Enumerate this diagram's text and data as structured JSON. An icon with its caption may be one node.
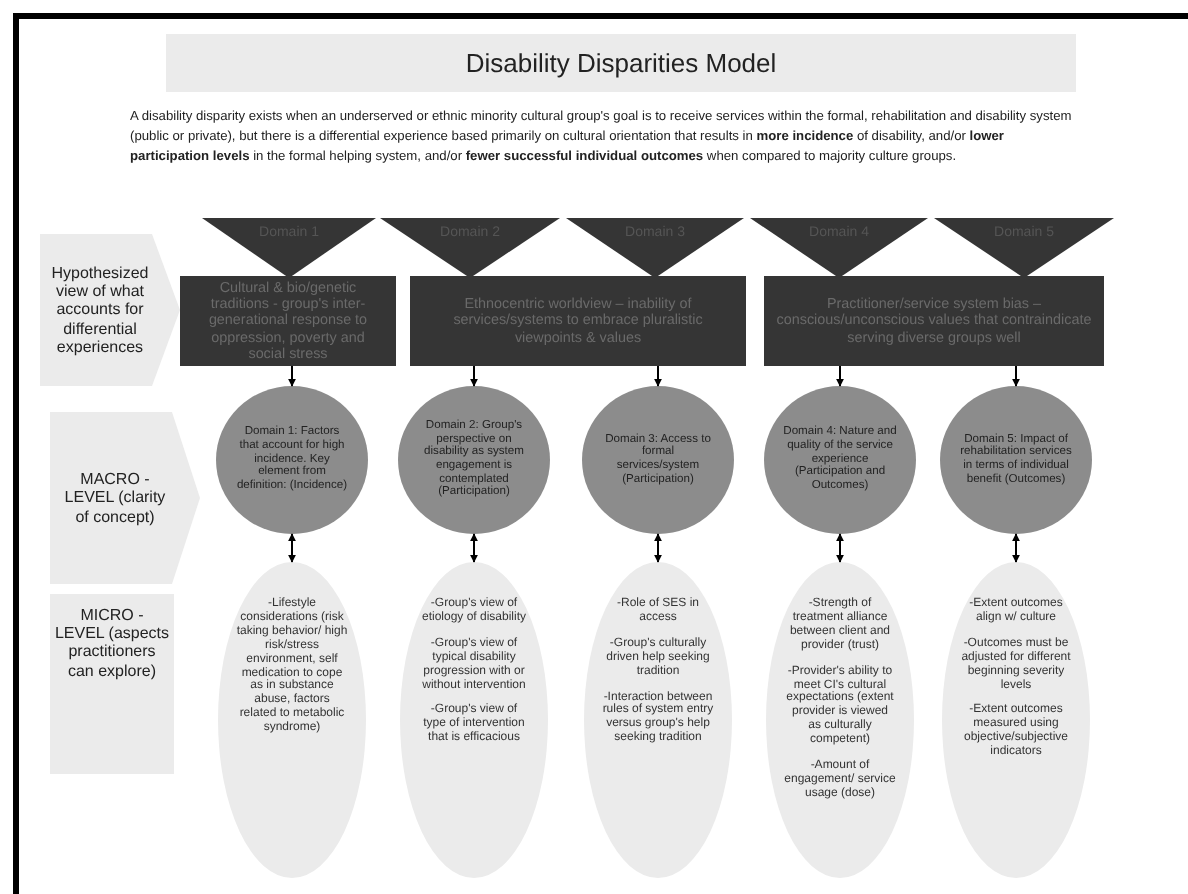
{
  "diagram": {
    "title": "Disability Disparities Model",
    "nodes": [
      {
        "text": [
          "Domain 1"
        ]
      },
      {
        "text": [
          "Domain 2"
        ]
      },
      {
        "text": [
          "Domain 3"
        ]
      },
      {
        "text": [
          "Domain 4"
        ]
      },
      {
        "text": [
          "Domain 5"
        ]
      },
      {
        "text": [
          "Cultural & bio/genetic traditions - group's inter-generational response to oppression, poverty and social stress"
        ]
      },
      {
        "text": [
          "Ethnocentric worldview – inability of services/systems to embrace pluralistic viewpoints & values"
        ]
      },
      {
        "text": [
          "Practitioner/service system bias – conscious/unconscious values that contraindicate serving diverse groups well"
        ]
      },
      {
        "text": [
          "Domain 1: Factors that account for high incidence. Key element from definition: (Incidence)"
        ]
      },
      {
        "text": [
          "Domain 2: Group's perspective on disability as system engagement is contemplated (Participation)"
        ]
      },
      {
        "text": [
          "Domain 3: Access to formal services/system (Participation)"
        ]
      },
      {
        "text": [
          "Domain 4: Nature and quality of the service experience (Participation and Outcomes)"
        ]
      },
      {
        "text": [
          "Domain 5: Impact of rehabilitation services in terms of individual benefit (Outcomes)"
        ]
      },
      {
        "text": [
          "-Lifestyle considerations (risk taking behavior/ high risk/stress environment, self medication to cope as in substance abuse, factors related to metabolic syndrome)"
        ]
      },
      {
        "text": [
          "-Group's view of etiology of disability",
          "-Group's view of typical disability progression with or without intervention",
          "-Group's view of type of intervention that is efficacious"
        ]
      },
      {
        "text": [
          "-Role of SES in access",
          "-Group's culturally driven help seeking tradition",
          "-Interaction between rules of system entry versus group's help seeking tradition"
        ]
      },
      {
        "text": [
          "-Strength of treatment alliance between client and provider (trust)",
          "-Provider's ability to meet CI's cultural expectations (extent provider is viewed as culturally competent)",
          "-Amount of engagement/ service usage (dose)"
        ]
      },
      {
        "text": [
          "-Extent outcomes align w/ culture",
          "-Outcomes must be adjusted for different beginning severity levels",
          "-Extent outcomes measured using objective/subjective indicators"
        ]
      },
      {
        "text": [
          "Hypothesized view of what accounts for differential experiences"
        ]
      },
      {
        "text": [
          "MACRO - LEVEL (clarity of concept)"
        ]
      },
      {
        "text": [
          "MICRO - LEVEL (aspects practitioners can explore)"
        ]
      }
    ],
    "edges": [
      {
        "from": 5,
        "to": 8,
        "arrow": "to"
      },
      {
        "from": 6,
        "to": 9,
        "arrow": "to"
      },
      {
        "from": 6,
        "to": 10,
        "arrow": "to"
      },
      {
        "from": 7,
        "to": 11,
        "arrow": "to"
      },
      {
        "from": 7,
        "to": 12,
        "arrow": "to"
      },
      {
        "from": 8,
        "to": 13,
        "arrow": "both"
      },
      {
        "from": 9,
        "to": 14,
        "arrow": "both"
      },
      {
        "from": 10,
        "to": 15,
        "arrow": "both"
      },
      {
        "from": 11,
        "to": 16,
        "arrow": "both"
      },
      {
        "from": 12,
        "to": 17,
        "arrow": "both"
      }
    ],
    "labels": [
      "A disability disparity exists when an underserved or ethnic minority cultural group's goal is to receive services within the formal, rehabilitation and disability system (public or private), but there is a differential experience based primarily on cultural orientation that results in **more incidence** of disability, and/or **lower participation levels** in the formal helping system, and/or **fewer successful individual outcomes** when compared to majority culture groups."
    ]
  }
}
